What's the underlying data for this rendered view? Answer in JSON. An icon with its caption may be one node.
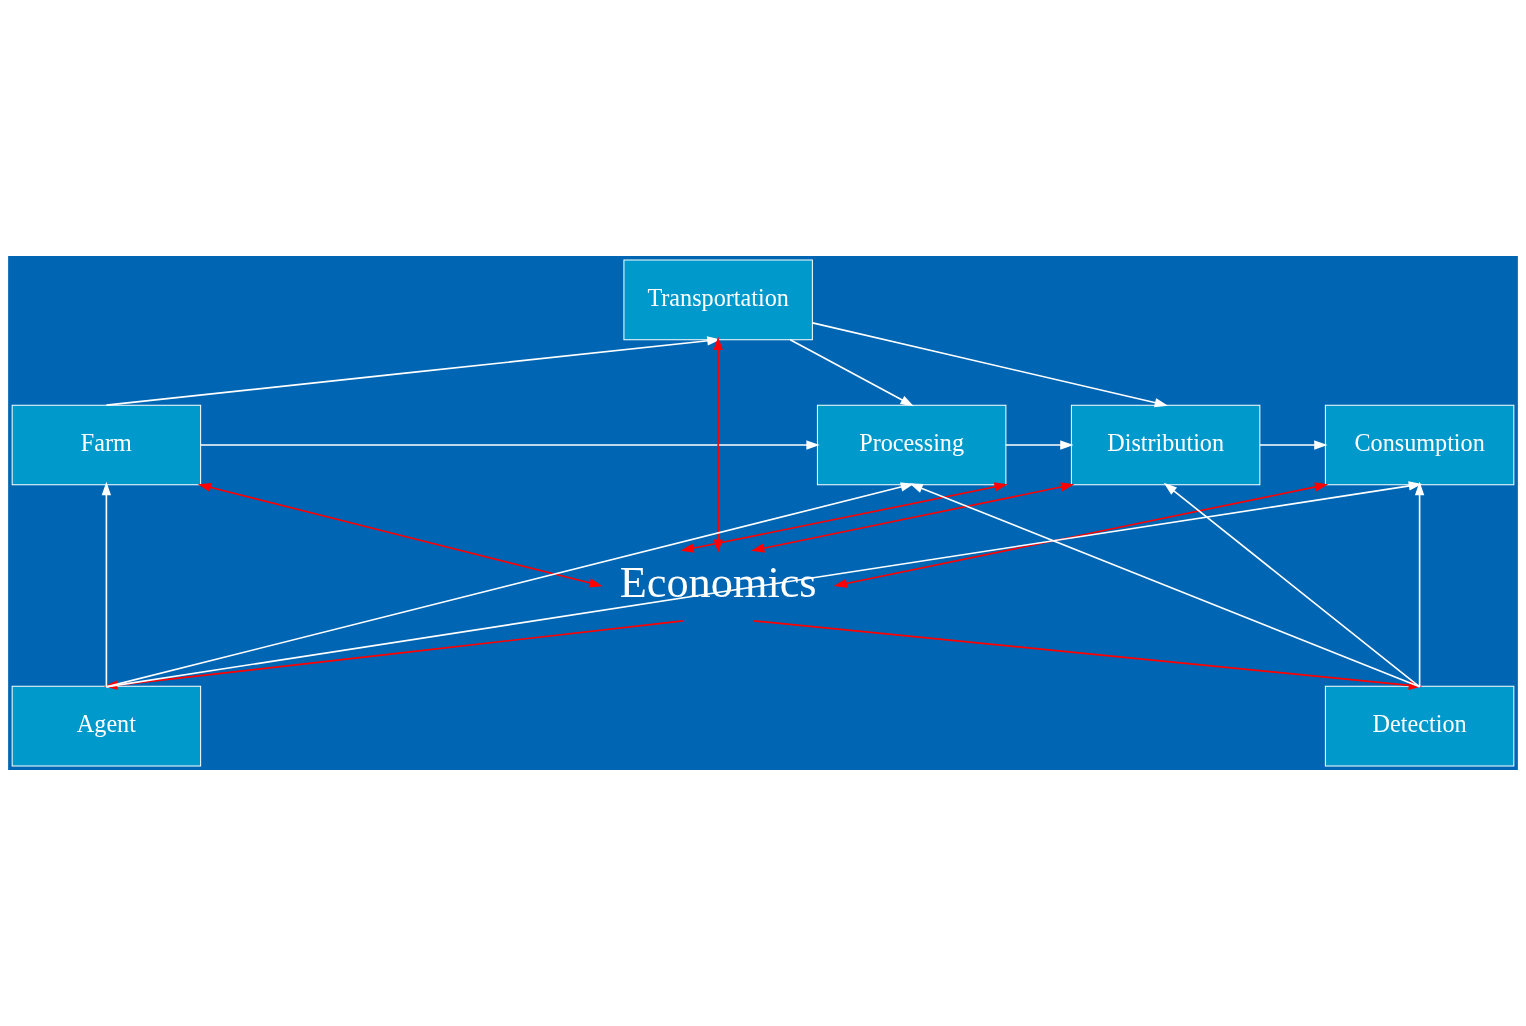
{
  "diagram": {
    "nodes": [
      {
        "text": [
          "Transportation"
        ]
      },
      {
        "text": [
          "Farm"
        ]
      },
      {
        "text": [
          "Processing"
        ]
      },
      {
        "text": [
          "Distribution"
        ]
      },
      {
        "text": [
          "Consumption"
        ]
      },
      {
        "text": [
          "Economics"
        ]
      },
      {
        "text": [
          "Agent"
        ]
      },
      {
        "text": [
          "Detection"
        ]
      }
    ],
    "edges": [
      {
        "from": 1,
        "to": 0,
        "arrow": "to"
      },
      {
        "from": 0,
        "to": 2,
        "arrow": "to"
      },
      {
        "from": 0,
        "to": 3,
        "arrow": "to"
      },
      {
        "from": 1,
        "to": 2,
        "arrow": "to"
      },
      {
        "from": 2,
        "to": 3,
        "arrow": "to"
      },
      {
        "from": 3,
        "to": 4,
        "arrow": "to"
      },
      {
        "from": 6,
        "to": 1,
        "arrow": "to"
      },
      {
        "from": 6,
        "to": 2,
        "arrow": "to"
      },
      {
        "from": 6,
        "to": 4,
        "arrow": "to"
      },
      {
        "from": 7,
        "to": 2,
        "arrow": "to"
      },
      {
        "from": 7,
        "to": 3,
        "arrow": "to"
      },
      {
        "from": 7,
        "to": 4,
        "arrow": "to"
      },
      {
        "from": 5,
        "to": 0,
        "arrow": "both",
        "color": "#ff0000"
      },
      {
        "from": 5,
        "to": 1,
        "arrow": "both",
        "color": "#ff0000"
      },
      {
        "from": 5,
        "to": 2,
        "arrow": "both",
        "color": "#ff0000"
      },
      {
        "from": 5,
        "to": 3,
        "arrow": "both",
        "color": "#ff0000"
      },
      {
        "from": 5,
        "to": 4,
        "arrow": "both",
        "color": "#ff0000"
      },
      {
        "from": 5,
        "to": 6,
        "arrow": "to",
        "color": "#ff0000"
      },
      {
        "from": 5,
        "to": 7,
        "arrow": "to",
        "color": "#ff0000"
      }
    ]
  }
}
